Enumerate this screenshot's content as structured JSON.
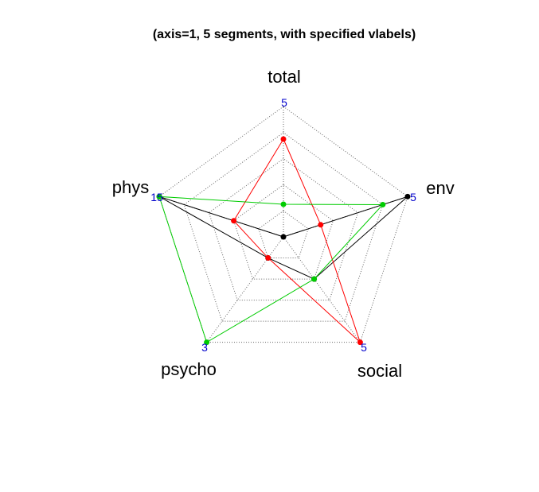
{
  "chart_data": {
    "type": "radar",
    "title": "(axis=1, 5 segments, with specified vlabels)",
    "axes": [
      "total",
      "phys",
      "psycho",
      "social",
      "env"
    ],
    "axis_labels": [
      "total",
      "phys",
      "psycho",
      "social",
      "env"
    ],
    "segments": 5,
    "range": [
      0,
      1
    ],
    "axis_tick_labels": [
      "5",
      "15",
      "3",
      "5",
      "5"
    ],
    "series": [
      {
        "color": "#000000",
        "values": [
          0.0,
          1.0,
          0.2,
          0.4,
          1.0
        ]
      },
      {
        "color": "#ff0000",
        "values": [
          0.75,
          0.4,
          0.2,
          1.0,
          0.3
        ]
      },
      {
        "color": "#00cc00",
        "values": [
          0.25,
          1.0,
          1.0,
          0.4,
          0.8
        ]
      }
    ],
    "grid": true
  }
}
